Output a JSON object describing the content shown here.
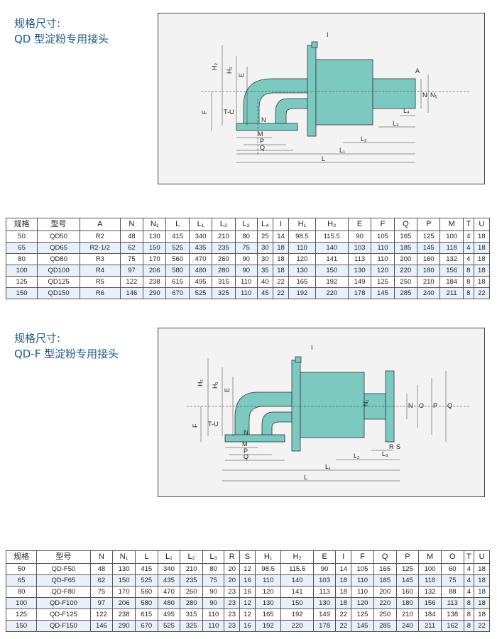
{
  "section1": {
    "title_line1": "规格尺寸:",
    "title_line2": "QD 型淀粉专用接头",
    "diagram_labels": [
      "I",
      "A",
      "H₂",
      "H₁",
      "E",
      "F",
      "T-U",
      "N",
      "M",
      "P",
      "Q",
      "N",
      "N₁",
      "L₄",
      "L₃",
      "L₂",
      "L₁",
      "L"
    ],
    "table": {
      "headers": [
        "规格",
        "型号",
        "A",
        "N",
        "N₁",
        "L",
        "L₁",
        "L₂",
        "L₃",
        "L₄",
        "I",
        "H₁",
        "H₂",
        "E",
        "F",
        "Q",
        "P",
        "M",
        "T",
        "U"
      ],
      "rows": [
        [
          "50",
          "QD50",
          "R2",
          "48",
          "130",
          "415",
          "340",
          "210",
          "80",
          "25",
          "14",
          "98.5",
          "115.5",
          "90",
          "105",
          "165",
          "125",
          "100",
          "4",
          "18"
        ],
        [
          "65",
          "QD65",
          "R2-1/2",
          "62",
          "150",
          "525",
          "435",
          "235",
          "75",
          "30",
          "18",
          "110",
          "140",
          "103",
          "110",
          "185",
          "145",
          "118",
          "4",
          "18"
        ],
        [
          "80",
          "QD80",
          "R3",
          "75",
          "170",
          "560",
          "470",
          "260",
          "90",
          "30",
          "18",
          "120",
          "141",
          "113",
          "110",
          "200",
          "160",
          "132",
          "4",
          "18"
        ],
        [
          "100",
          "QD100",
          "R4",
          "97",
          "206",
          "580",
          "480",
          "280",
          "90",
          "35",
          "18",
          "130",
          "150",
          "130",
          "120",
          "220",
          "180",
          "156",
          "8",
          "18"
        ],
        [
          "125",
          "QD125",
          "R5",
          "122",
          "238",
          "615",
          "495",
          "315",
          "110",
          "40",
          "22",
          "165",
          "192",
          "149",
          "125",
          "250",
          "210",
          "184",
          "8",
          "18"
        ],
        [
          "150",
          "QD150",
          "R6",
          "146",
          "290",
          "670",
          "525",
          "325",
          "110",
          "45",
          "22",
          "192",
          "220",
          "178",
          "145",
          "285",
          "240",
          "211",
          "8",
          "22"
        ]
      ]
    }
  },
  "section2": {
    "title_line1": "规格尺寸:",
    "title_line2": "QD-F 型淀粉专用接头",
    "diagram_labels": [
      "I",
      "H₂",
      "H₁",
      "E",
      "F",
      "T-U",
      "N",
      "M",
      "P",
      "Q",
      "N₁",
      "N",
      "O",
      "P",
      "Q",
      "R",
      "S",
      "L₃",
      "L₂",
      "L₁",
      "L"
    ],
    "table": {
      "headers": [
        "规格",
        "型号",
        "N",
        "N₁",
        "L",
        "L₁",
        "L₂",
        "L₃",
        "R",
        "S",
        "H₁",
        "H₂",
        "E",
        "I",
        "F",
        "Q",
        "P",
        "M",
        "O",
        "T",
        "U"
      ],
      "rows": [
        [
          "50",
          "QD-F50",
          "48",
          "130",
          "415",
          "340",
          "210",
          "80",
          "20",
          "12",
          "98.5",
          "115.5",
          "90",
          "14",
          "105",
          "165",
          "125",
          "100",
          "60",
          "4",
          "18"
        ],
        [
          "65",
          "QD-F65",
          "62",
          "150",
          "525",
          "435",
          "235",
          "75",
          "20",
          "16",
          "110",
          "140",
          "103",
          "18",
          "110",
          "185",
          "145",
          "118",
          "75",
          "4",
          "18"
        ],
        [
          "80",
          "QD-F80",
          "75",
          "170",
          "560",
          "470",
          "260",
          "90",
          "23",
          "16",
          "120",
          "141",
          "113",
          "18",
          "110",
          "200",
          "160",
          "132",
          "88",
          "4",
          "18"
        ],
        [
          "100",
          "QD-F100",
          "97",
          "206",
          "580",
          "480",
          "280",
          "90",
          "23",
          "12",
          "130",
          "150",
          "130",
          "18",
          "120",
          "220",
          "180",
          "156",
          "113",
          "8",
          "18"
        ],
        [
          "125",
          "QD-F125",
          "122",
          "238",
          "615",
          "495",
          "315",
          "110",
          "23",
          "12",
          "165",
          "192",
          "149",
          "22",
          "125",
          "250",
          "210",
          "184",
          "138",
          "8",
          "18"
        ],
        [
          "150",
          "QD-F150",
          "146",
          "290",
          "670",
          "525",
          "325",
          "110",
          "23",
          "16",
          "192",
          "220",
          "178",
          "22",
          "145",
          "285",
          "240",
          "211",
          "162",
          "8",
          "22"
        ]
      ]
    }
  },
  "colors": {
    "heading": "#1a5c8c",
    "pipe_fill": "#7cc9c0",
    "row_alt": "#e9f1f8"
  }
}
